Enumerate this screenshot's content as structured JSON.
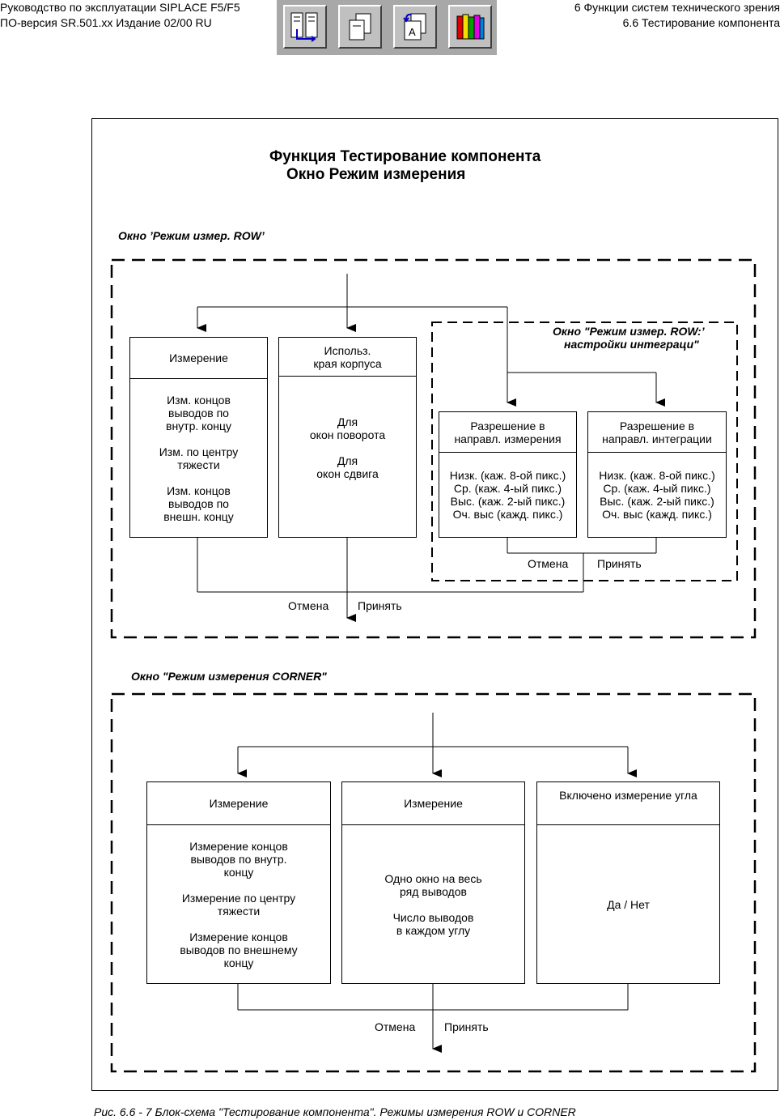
{
  "header": {
    "left_line1": "Руководство по эксплуатации SIPLACE F5/F5",
    "left_line2": "ПО-версия SR.501.xx   Издание 02/00 RU",
    "right_line1": "6 Функции систем технического зрения",
    "right_line2": "6.6 Тестирование компонента"
  },
  "toolbar": {
    "buttons": [
      {
        "icon": "layout-blocks-icon"
      },
      {
        "icon": "copy-pages-icon"
      },
      {
        "icon": "document-a-icon"
      },
      {
        "icon": "books-icon"
      }
    ]
  },
  "diagram": {
    "title_line1": "Функция   Тестирование компонента",
    "title_line2": "Окно  Режим измерения",
    "row_section": {
      "label": "Окно ’Режим измер. ROW’",
      "box_measure": {
        "header": "Измерение",
        "items": [
          [
            "Изм. концов",
            "выводов по",
            "внутр. концу"
          ],
          [
            "Изм. по центру",
            "тяжести"
          ],
          [
            "Изм. концов",
            "выводов по",
            "внешн. концу"
          ]
        ]
      },
      "box_edge": {
        "header_line1": "Использ.",
        "header_line2": "края корпуса",
        "items": [
          [
            "Для",
            "окон поворота"
          ],
          [
            "Для",
            "окон сдвига"
          ]
        ]
      },
      "integration_window": {
        "label_line1": "Окно \"Режим измер. ROW:’",
        "label_line2": "настройки интеграци\"",
        "box_meas_dir": {
          "header_line1": "Разрешение в",
          "header_line2": "направл. измерения",
          "items": [
            "Низк. (каж. 8-ой пикс.)",
            "Ср. (каж. 4-ый пикс.)",
            "Выс. (каж. 2-ый пикс.)",
            "Оч. выс (кажд. пикс.)"
          ]
        },
        "box_int_dir": {
          "header_line1": "Разрешение в",
          "header_line2": "направл. интеграции",
          "items": [
            "Низк. (каж. 8-ой пикс.)",
            "Ср. (каж. 4-ый пикс.)",
            "Выс. (каж. 2-ый пикс.)",
            "Оч. выс (кажд. пикс.)"
          ]
        },
        "cancel": "Отмена",
        "accept": "Принять"
      },
      "cancel": "Отмена",
      "accept": "Принять"
    },
    "corner_section": {
      "label": "Окно \"Режим измерения CORNER\"",
      "box_measure": {
        "header": "Измерение",
        "items": [
          [
            "Измерение концов",
            "выводов по внутр.",
            "концу"
          ],
          [
            "Измерение по центру",
            "тяжести"
          ],
          [
            "Измерение концов",
            "выводов по внешнему",
            "концу"
          ]
        ]
      },
      "box_measure2": {
        "header": "Измерение",
        "items": [
          [
            "Одно окно на весь",
            "ряд выводов"
          ],
          [
            "Число выводов",
            "в каждом углу"
          ]
        ]
      },
      "box_angle": {
        "header": "Включено измерение угла",
        "items": [
          [
            "Да / Нет"
          ]
        ]
      },
      "cancel": "Отмена",
      "accept": "Принять"
    }
  },
  "caption": "Рис. 6.6 - 7        Блок-схема \"Тестирование компонента\". Режимы измерения ROW и CORNER"
}
